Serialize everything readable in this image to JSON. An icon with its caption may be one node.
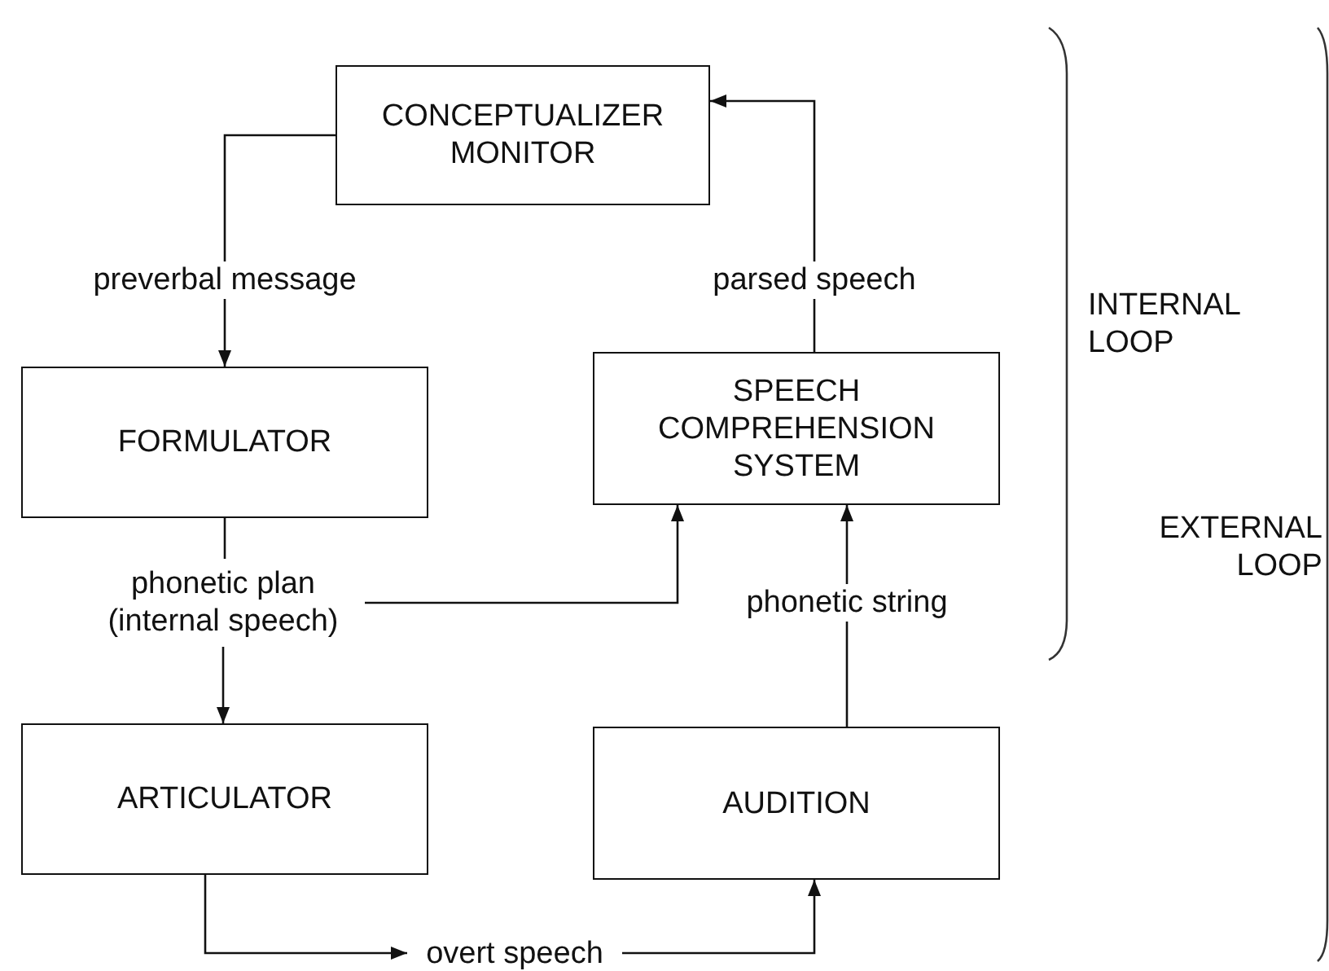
{
  "diagram": {
    "nodes": [
      {
        "text": [
          "CONCEPTUALIZER MONITOR"
        ]
      },
      {
        "text": [
          "FORMULATOR"
        ]
      },
      {
        "text": [
          "SPEECH COMPREHENSION SYSTEM"
        ]
      },
      {
        "text": [
          "ARTICULATOR"
        ]
      },
      {
        "text": [
          "AUDITION"
        ]
      },
      {
        "text": [
          "phonetic plan (internal speech)"
        ]
      },
      {
        "text": [
          "overt speech"
        ]
      }
    ],
    "edges": [
      {
        "from": 0,
        "to": 1,
        "arrow": "to",
        "label": "preverbal message"
      },
      {
        "from": 2,
        "to": 0,
        "arrow": "to",
        "label": "parsed speech"
      },
      {
        "from": 1,
        "to": 5,
        "arrow": "none"
      },
      {
        "from": 5,
        "to": 3,
        "arrow": "to"
      },
      {
        "from": 5,
        "to": 2,
        "arrow": "to"
      },
      {
        "from": 4,
        "to": 2,
        "arrow": "to",
        "label": "phonetic string"
      },
      {
        "from": 3,
        "to": 6,
        "arrow": "to"
      },
      {
        "from": 6,
        "to": 4,
        "arrow": "to"
      }
    ],
    "labels": [
      "INTERNAL LOOP",
      "EXTERNAL LOOP"
    ]
  }
}
